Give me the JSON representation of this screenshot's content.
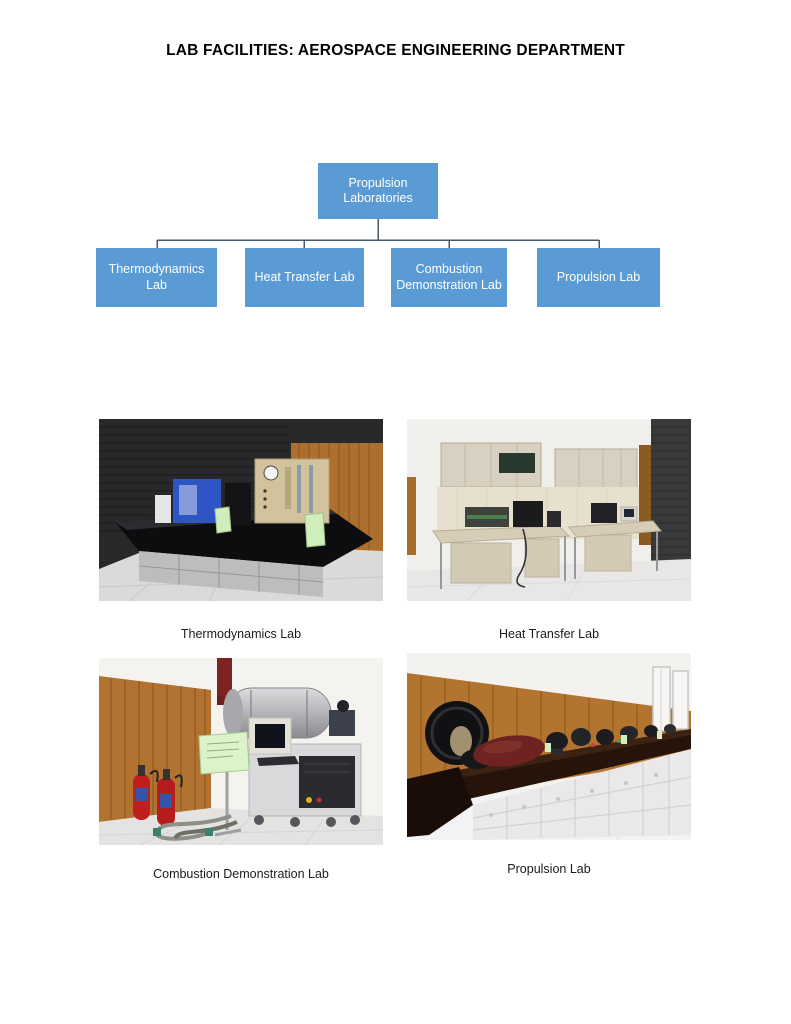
{
  "page": {
    "title": "LAB FACILITIES: AEROSPACE ENGINEERING DEPARTMENT"
  },
  "org_chart": {
    "root": {
      "label": "Propulsion Laboratories"
    },
    "children": [
      {
        "label": "Thermodynamics Lab"
      },
      {
        "label": "Heat Transfer Lab"
      },
      {
        "label": "Combustion Demonstration Lab"
      },
      {
        "label": "Propulsion Lab"
      }
    ]
  },
  "gallery": [
    {
      "caption": "Thermodynamics Lab"
    },
    {
      "caption": "Heat Transfer Lab"
    },
    {
      "caption": "Combustion Demonstration Lab"
    },
    {
      "caption": "Propulsion Lab"
    }
  ],
  "theme": {
    "page_bg": "#ffffff",
    "title_color": "#000000",
    "chart_box": "#5b9bd5",
    "chart_text": "#ffffff",
    "chart_line": "#46586a",
    "caption_color": "#1b1b1b"
  }
}
